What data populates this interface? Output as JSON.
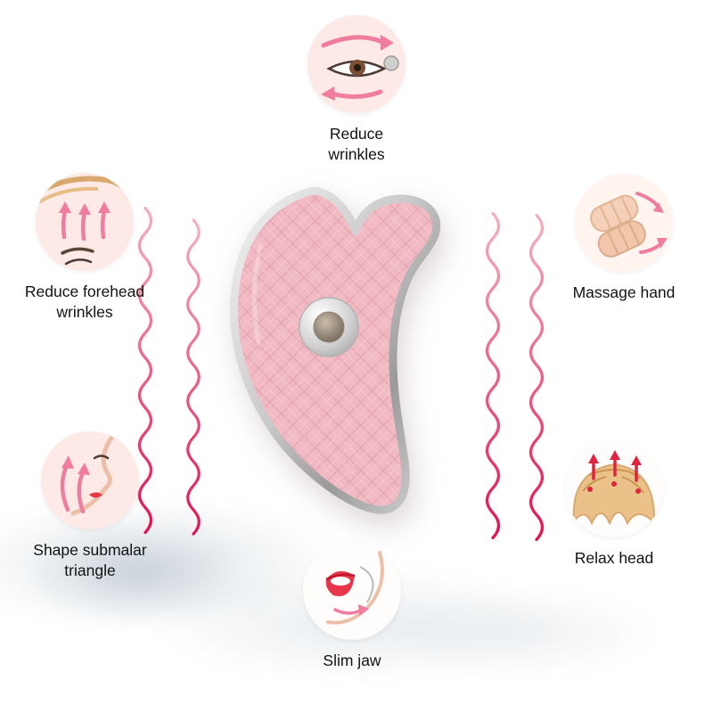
{
  "features": [
    {
      "id": "reduce-wrinkles",
      "label": "Reduce wrinkles",
      "icon": "eye-massage-icon"
    },
    {
      "id": "reduce-forehead-wrinkles",
      "label": "Reduce forehead wrinkles",
      "icon": "forehead-arrows-icon"
    },
    {
      "id": "massage-hand",
      "label": "Massage hand",
      "icon": "hands-massage-icon"
    },
    {
      "id": "shape-submalar-triangle",
      "label": "Shape submalar triangle",
      "icon": "face-contour-icon"
    },
    {
      "id": "relax-head",
      "label": "Relax head",
      "icon": "head-scalp-icon"
    },
    {
      "id": "slim-jaw",
      "label": "Slim jaw",
      "icon": "jaw-lips-icon"
    }
  ],
  "product": {
    "name": "gua sha facial massage device",
    "body_color": "#f1bac3",
    "texture_color": "#e3a5b0",
    "trim_color": "#c9c9c9",
    "button_color": "#8d8172"
  },
  "colors": {
    "wave_top": "#f6aebf",
    "wave_bottom": "#e40f4e",
    "arrow_pink": "#f07ca0",
    "arrow_red": "#e0243f",
    "text": "#121212",
    "background": "#ffffff"
  }
}
